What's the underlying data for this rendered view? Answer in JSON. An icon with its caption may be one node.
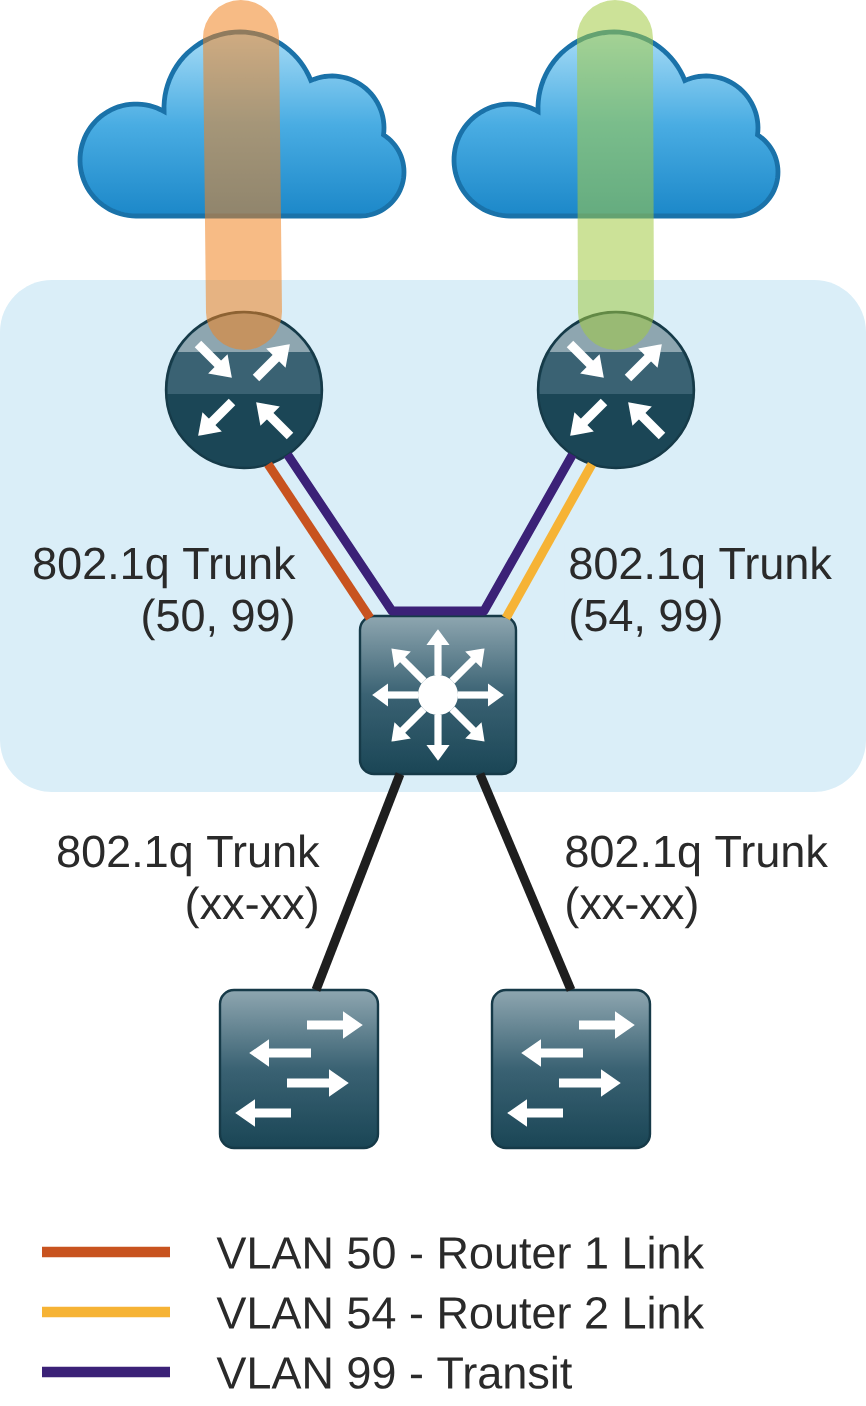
{
  "diagram": {
    "nodes": [
      {
        "text": [],
        "shape": "cloud"
      },
      {
        "text": [],
        "shape": "cloud"
      },
      {
        "text": [],
        "shape": "box"
      },
      {
        "text": [],
        "shape": "circle",
        "in": 2
      },
      {
        "text": [],
        "shape": "circle",
        "in": 2
      },
      {
        "text": [],
        "shape": "box",
        "in": 2
      },
      {
        "text": [],
        "shape": "box"
      },
      {
        "text": [],
        "shape": "box"
      }
    ],
    "edges": [
      {
        "from": 0,
        "to": 3,
        "arrow": "none",
        "style": "thick",
        "color": "#f08421"
      },
      {
        "from": 1,
        "to": 4,
        "arrow": "none",
        "style": "thick",
        "color": "#a3ca43"
      },
      {
        "from": 3,
        "to": 5,
        "arrow": "none",
        "color": "#c8531f",
        "label": "802.1q Trunk (50, 99)"
      },
      {
        "from": 3,
        "to": 5,
        "arrow": "none",
        "color": "#3b2177"
      },
      {
        "from": 4,
        "to": 5,
        "arrow": "none",
        "color": "#3b2177"
      },
      {
        "from": 4,
        "to": 5,
        "arrow": "none",
        "color": "#f6b335",
        "label": "802.1q Trunk (54, 99)"
      },
      {
        "from": 5,
        "to": 6,
        "arrow": "none",
        "label": "802.1q Trunk (xx-xx)"
      },
      {
        "from": 5,
        "to": 7,
        "arrow": "none",
        "label": "802.1q Trunk (xx-xx)"
      }
    ],
    "legend": [
      {
        "text": "VLAN 50 - Router 1 Link",
        "color": "#c8531f"
      },
      {
        "text": "VLAN 54 - Router 2 Link",
        "color": "#f6b335"
      },
      {
        "text": "VLAN 99 - Transit",
        "color": "#3b2177"
      }
    ]
  }
}
